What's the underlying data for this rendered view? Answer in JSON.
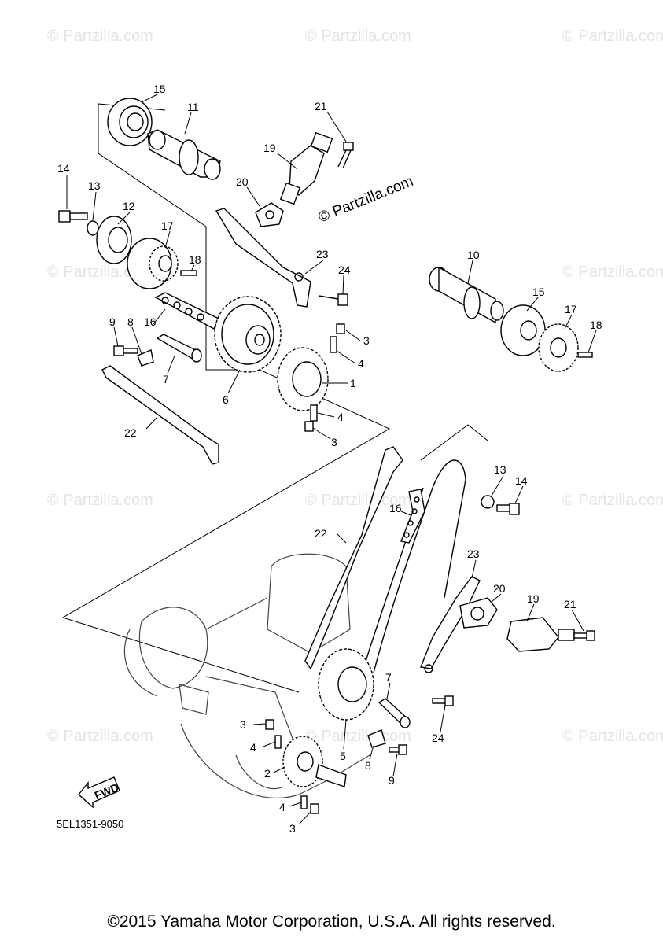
{
  "watermark_text": "© Partzilla.com",
  "center_watermark": "© Partzilla.com",
  "diagram_code": "5EL1351-9050",
  "copyright": "©2015 Yamaha Motor Corporation, U.S.A. All rights reserved.",
  "fwd_label": "FWD",
  "callouts": {
    "c15a": "15",
    "c11": "11",
    "c21a": "21",
    "c19a": "19",
    "c14a": "14",
    "c13a": "13",
    "c12": "12",
    "c17a": "17",
    "c20a": "20",
    "c18a": "18",
    "c23a": "23",
    "c24a": "24",
    "c10": "10",
    "c15b": "15",
    "c17b": "17",
    "c18b": "18",
    "c9a": "9",
    "c8a": "8",
    "c16a": "16",
    "c3a": "3",
    "c4a": "4",
    "c1": "1",
    "c7a": "7",
    "c6": "6",
    "c4b": "4",
    "c3b": "3",
    "c22a": "22",
    "c13b": "13",
    "c14b": "14",
    "c16b": "16",
    "c22b": "22",
    "c23b": "23",
    "c20b": "20",
    "c19b": "19",
    "c21b": "21",
    "c7b": "7",
    "c24b": "24",
    "c3c": "3",
    "c4c": "4",
    "c5": "5",
    "c2": "2",
    "c8b": "8",
    "c9b": "9",
    "c4d": "4",
    "c3d": "3"
  }
}
